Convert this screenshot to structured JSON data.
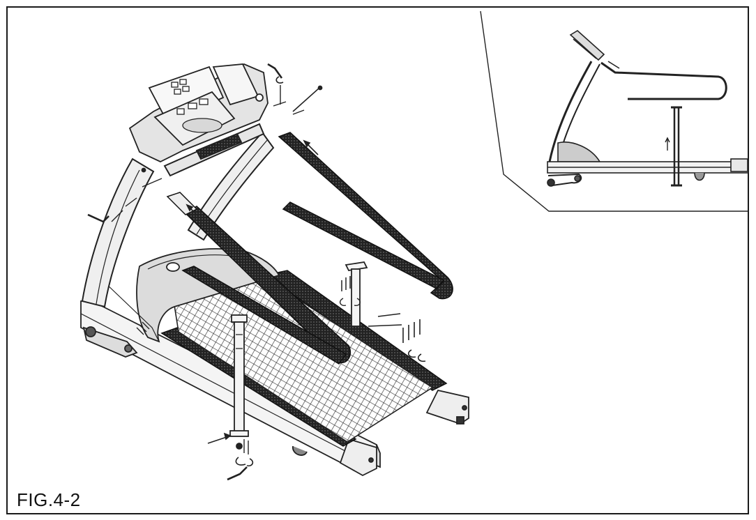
{
  "figure": {
    "label": "FIG.4-2"
  },
  "parts": {
    "main_view": "treadmill-main-view",
    "inset_view": "treadmill-side-view"
  }
}
